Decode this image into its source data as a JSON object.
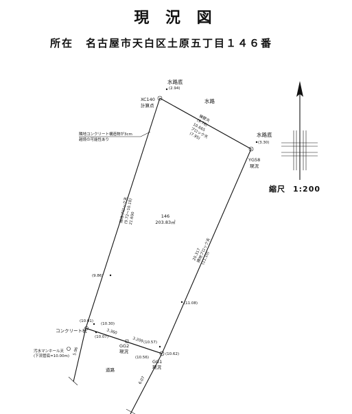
{
  "header": {
    "title": "現 況 図",
    "location_label": "所在",
    "location": "名古屋市天白区土原五丁目１４６番"
  },
  "scale": {
    "label": "縮尺",
    "value": "1:200"
  },
  "parcel": {
    "number": "146",
    "area": "203.83㎡"
  },
  "points": {
    "xc140": "XC140",
    "xc140_note": "計算点",
    "yg58": "YG58",
    "yg58_note": "現況",
    "gg2": "GG2",
    "gg2_note": "現況",
    "gg1": "GG1",
    "gg1_note": "現況",
    "concrete_pile": "コンクリート杭"
  },
  "labels": {
    "water_bottom_1": "水路底",
    "water_bottom_1_val": "(2.94)",
    "water_bottom_2": "水路底",
    "water_bottom_2_val": "(3.30)",
    "waterway": "水路",
    "retaining_wall_top": "擁壁天",
    "retaining_wall_top_val": "(9.76)",
    "top_edge_length": "10.665",
    "block_top": "ブロック天",
    "block_top_val": "(7.95)",
    "neighbor_concrete_note_1": "隣地コンクリート構造物が3cm",
    "neighbor_concrete_note_2": "越境の可能性あり",
    "left_block_label": "隣地ブロック天",
    "left_block_val": "(9.72～10.18)",
    "left_edge_length": "21.600",
    "right_block_label": "隣地ブロック天",
    "right_block_val": "(11.10)",
    "right_edge_length": "20.317",
    "elev_986": "(9.86)",
    "elev_1108": "(11.08)",
    "elev_1001": "(10.01)",
    "elev_1030": "(10.30)",
    "elev_1007": "(10.07)",
    "bottom_seg_1": "3.360",
    "bottom_seg_2": "3.209",
    "elev_1057": "(10.57)",
    "elev_1056": "(10.56)",
    "elev_1062": "(10.62)",
    "manhole_1": "汚水マンホール天",
    "manhole_2": "(下流管底=10.00m)",
    "left_road_width": "5.96",
    "right_road_width": "6.07",
    "road": "道路"
  }
}
